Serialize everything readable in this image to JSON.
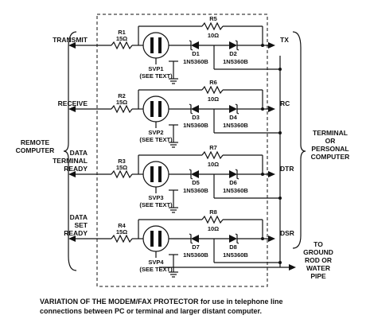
{
  "left_group_label": [
    "REMOTE",
    "COMPUTER"
  ],
  "right_group_label": [
    "TERMINAL",
    "OR",
    "PERSONAL",
    "COMPUTER"
  ],
  "ground_label": [
    "TO",
    "GROUND",
    "ROD OR",
    "WATER",
    "PIPE"
  ],
  "caption": [
    "VARIATION OF THE MODEM/FAX PROTECTOR for use in telephone line",
    "connections between PC or terminal and larger distant computer."
  ],
  "stages": [
    {
      "in_label": [
        "TRANSMIT"
      ],
      "r_in": "R1",
      "r_in_val": "15Ω",
      "svp": "SVP1",
      "svp_note": "(SEE TEXT)",
      "r_fb": "R5",
      "r_fb_val": "10Ω",
      "d_left": "D1",
      "d_right": "D2",
      "d_part": "1N5360B",
      "out_label": "TX"
    },
    {
      "in_label": [
        "RECEIVE"
      ],
      "r_in": "R2",
      "r_in_val": "15Ω",
      "svp": "SVP2",
      "svp_note": "(SEE TEXT)",
      "r_fb": "R6",
      "r_fb_val": "10Ω",
      "d_left": "D3",
      "d_right": "D4",
      "d_part": "1N5360B",
      "out_label": "RC"
    },
    {
      "in_label": [
        "DATA",
        "TERMINAL",
        "READY"
      ],
      "r_in": "R3",
      "r_in_val": "15Ω",
      "svp": "SVP3",
      "svp_note": "(SEE TEXT)",
      "r_fb": "R7",
      "r_fb_val": "10Ω",
      "d_left": "D5",
      "d_right": "D6",
      "d_part": "1N5360B",
      "out_label": "DTR"
    },
    {
      "in_label": [
        "DATA",
        "SET",
        "READY"
      ],
      "r_in": "R4",
      "r_in_val": "15Ω",
      "svp": "SVP4",
      "svp_note": "(SEE TEXT)",
      "r_fb": "R8",
      "r_fb_val": "10Ω",
      "d_left": "D7",
      "d_right": "D8",
      "d_part": "1N5360B",
      "out_label": "DSR"
    }
  ]
}
